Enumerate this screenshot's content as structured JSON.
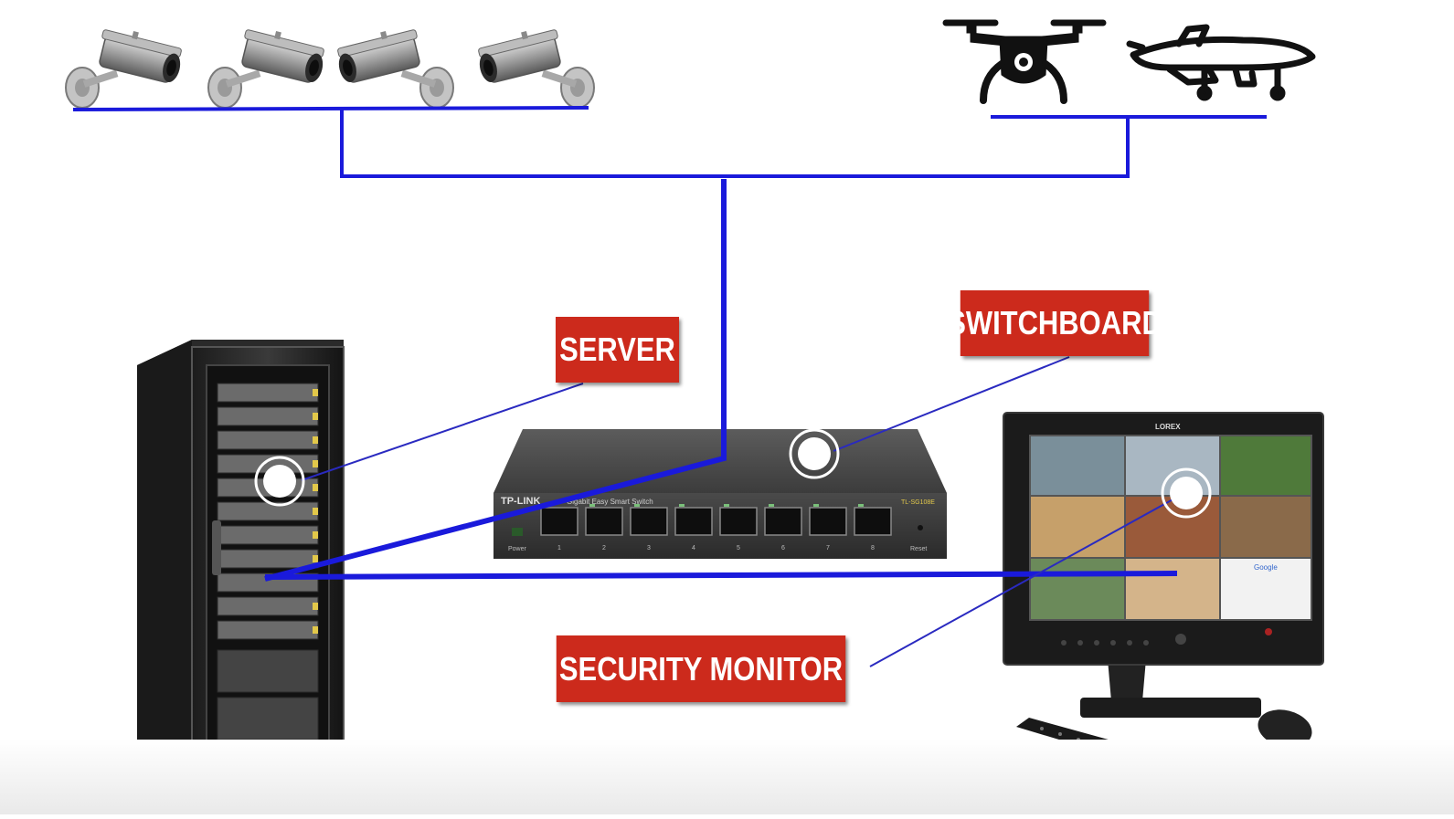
{
  "labels": {
    "server": "SERVER",
    "switchboard": "SWITCHBOARD",
    "security_monitor": "SECURITY MONITOR"
  },
  "devices": {
    "switch_brand": "TP-LINK",
    "switch_subtitle": "Gigabit Easy Smart Switch",
    "switch_model": "TL-SG108E",
    "switch_power": "Power",
    "switch_reset": "Reset",
    "switch_ports": [
      "1",
      "2",
      "3",
      "4",
      "5",
      "6",
      "7",
      "8"
    ],
    "monitor_brand": "LOREX",
    "monitor_google": "Google"
  },
  "icons": {
    "camera": "cctv-camera-icon",
    "quadcopter": "quadcopter-drone-icon",
    "uav": "fixed-wing-drone-icon",
    "server": "server-rack-icon",
    "switch": "network-switch-icon",
    "monitor": "security-monitor-icon"
  },
  "colors": {
    "connection_line": "#1a1adb",
    "label_background": "#cc2a1c",
    "label_text": "#ffffff"
  }
}
